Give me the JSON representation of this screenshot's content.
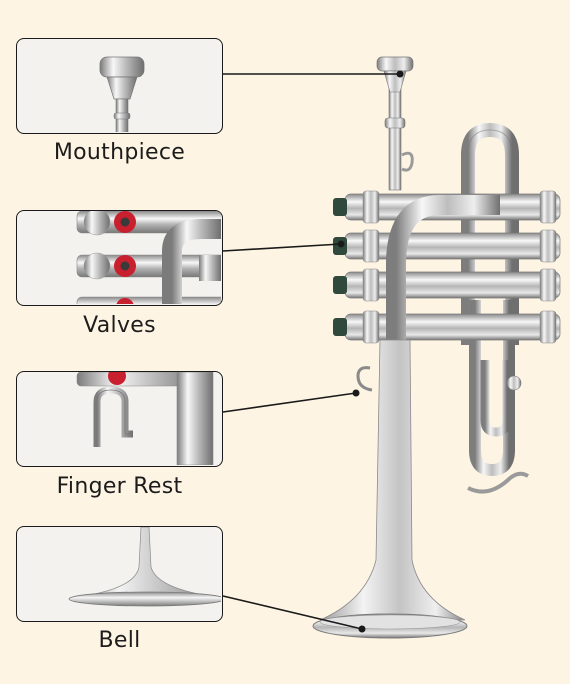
{
  "parts": [
    {
      "id": "mouthpiece",
      "label": "Mouthpiece"
    },
    {
      "id": "valves",
      "label": "Valves"
    },
    {
      "id": "finger-rest",
      "label": "Finger Rest"
    },
    {
      "id": "bell",
      "label": "Bell"
    }
  ],
  "colors": {
    "background": "#fdf4e3",
    "leader_line": "#1a1a1a",
    "silver_light": "#f2f2f2",
    "silver_dark": "#8b8b8b",
    "valve_cap_red": "#c8202e",
    "valve_cap_green": "#2f4a3c"
  }
}
